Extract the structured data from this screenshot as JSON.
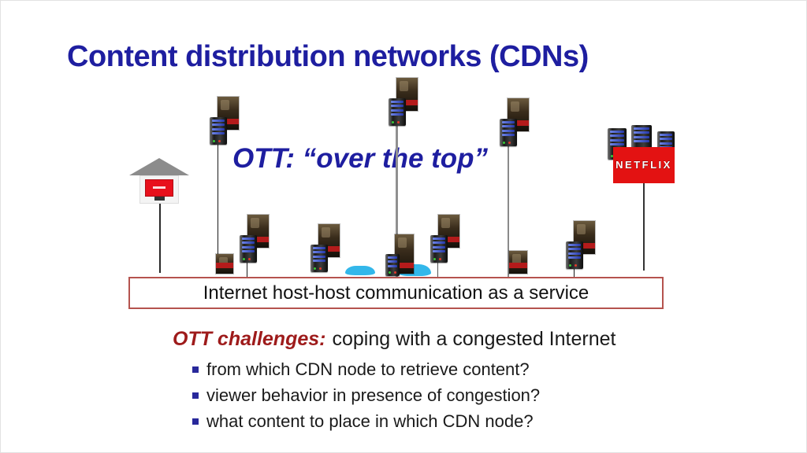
{
  "slide": {
    "title": "Content distribution networks (CDNs)",
    "ott_quote": "OTT: “over the top”",
    "service_box": "Internet host-host communication as a service",
    "challenges": {
      "lead": "OTT challenges:",
      "rest": "coping with a congested Internet"
    },
    "bullets": [
      "from which CDN node to retrieve content?",
      "viewer behavior in presence of congestion?",
      "what content to place in which CDN node?"
    ],
    "netflix_label": "NETFLIX"
  },
  "icons": [
    {
      "name": "server-icon",
      "meaning": "CDN server tower with blue drive bays and status LEDs"
    },
    {
      "name": "movie-poster-icon",
      "meaning": "video content thumbnail stored at CDN node"
    },
    {
      "name": "house-tv-icon",
      "meaning": "home viewer watching streaming video on TV"
    },
    {
      "name": "cloud-icon",
      "meaning": "network cloud blob"
    },
    {
      "name": "netflix-logo",
      "meaning": "Netflix origin server cluster"
    },
    {
      "name": "connector-line",
      "meaning": "access link from node to Internet service layer"
    }
  ],
  "colors": {
    "title_blue": "#1e1ea0",
    "quote_blue": "#1e1ea0",
    "challenge_red": "#9e1b1b",
    "box_border_red": "#b5534e",
    "bullet_square_blue": "#28289b",
    "netflix_red": "#e31212",
    "cloud_cyan": "#33b7ea",
    "poster_band_red": "#b41b1b",
    "roof_gray": "#8c8c8c",
    "tv_red": "#e8101c"
  }
}
